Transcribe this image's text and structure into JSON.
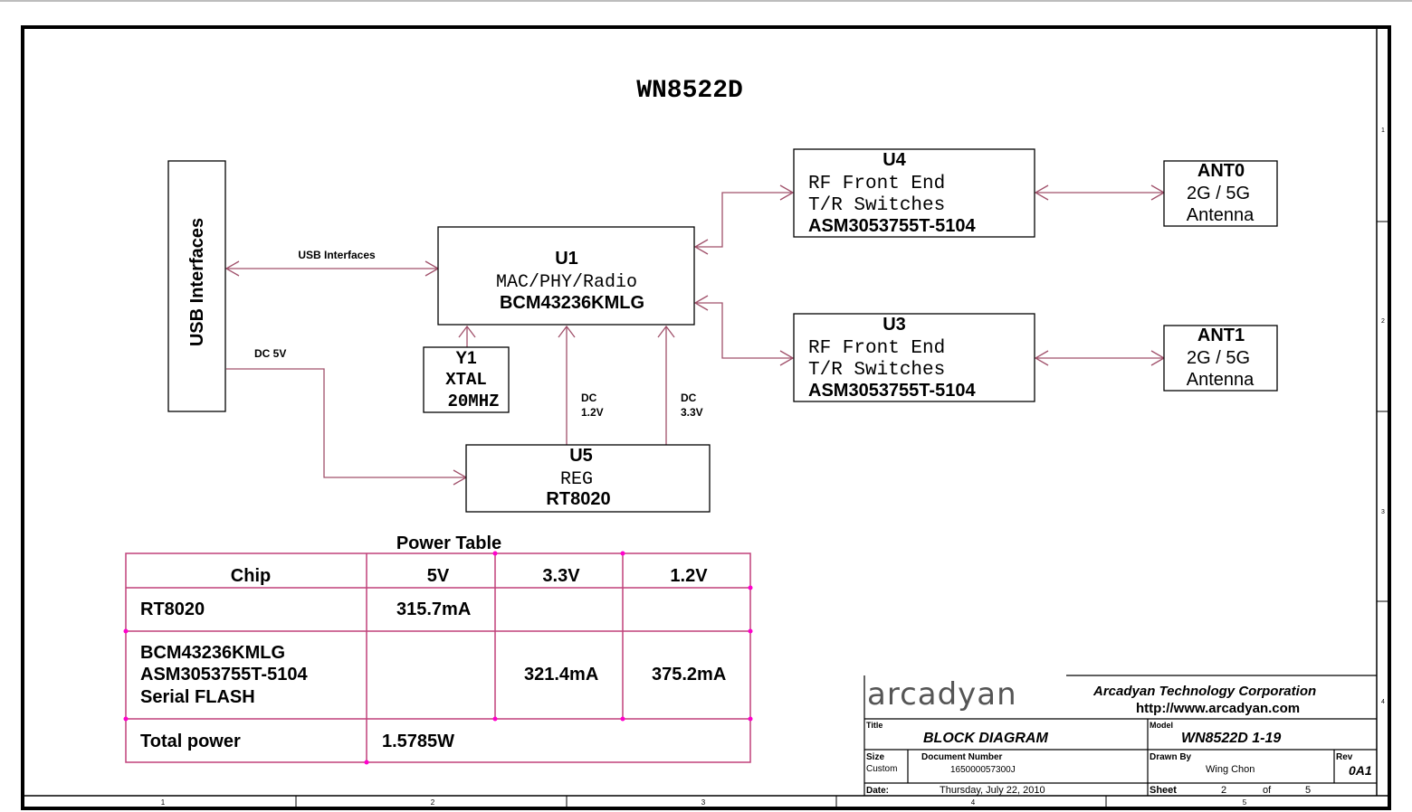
{
  "title": "WN8522D",
  "usb_block": {
    "label": "USB Interfaces"
  },
  "links": {
    "usb": "USB Interfaces",
    "dc5v": "DC 5V",
    "dc12_a": "DC",
    "dc12_b": "1.2V",
    "dc33_a": "DC",
    "dc33_b": "3.3V"
  },
  "u1": {
    "ref": "U1",
    "func": "MAC/PHY/Radio",
    "part": "BCM43236KMLG"
  },
  "y1": {
    "ref": "Y1",
    "func": "XTAL",
    "freq": "20MHZ"
  },
  "u5": {
    "ref": "U5",
    "func": "REG",
    "part": "RT8020"
  },
  "u4": {
    "ref": "U4",
    "line1": "RF Front End",
    "line2": "T/R Switches",
    "part": "ASM3053755T-5104"
  },
  "u3": {
    "ref": "U3",
    "line1": "RF Front End",
    "line2": "T/R Switches",
    "part": "ASM3053755T-5104"
  },
  "ant0": {
    "ref": "ANT0",
    "band": "2G / 5G",
    "label": "Antenna"
  },
  "ant1": {
    "ref": "ANT1",
    "band": "2G / 5G",
    "label": "Antenna"
  },
  "power_table": {
    "title": "Power Table",
    "headers": [
      "Chip",
      "5V",
      "3.3V",
      "1.2V"
    ],
    "rows": [
      {
        "chip": [
          "RT8020"
        ],
        "v5": "315.7mA",
        "v33": "",
        "v12": ""
      },
      {
        "chip": [
          "BCM43236KMLG",
          "ASM3053755T-5104",
          "Serial FLASH"
        ],
        "v5": "",
        "v33": "321.4mA",
        "v12": "375.2mA"
      },
      {
        "chip": [
          "Total power"
        ],
        "v5": "1.5785W",
        "v33": "",
        "v12": ""
      }
    ]
  },
  "title_block": {
    "logo": "arcadyan",
    "company": "Arcadyan Technology Corporation",
    "url": "http://www.arcadyan.com",
    "title_label": "Title",
    "title_value": "BLOCK DIAGRAM",
    "model_label": "Model",
    "model_value": "WN8522D 1-19",
    "size_label": "Size",
    "size_value": "Custom",
    "docnum_label": "Document Number",
    "docnum_value": "165000057300J",
    "drawn_label": "Drawn By",
    "drawn_value": "Wing Chon",
    "rev_label": "Rev",
    "rev_value": "0A1",
    "date_label": "Date:",
    "date_value": "Thursday, July 22, 2010",
    "sheet_label": "Sheet",
    "sheet_value": "2",
    "of_label": "of",
    "of_value": "5"
  },
  "border": {
    "bottom_zones": [
      "1",
      "2",
      "3",
      "4",
      "5"
    ],
    "right_zones": [
      "1",
      "2",
      "3",
      "4"
    ]
  },
  "colors": {
    "signal": "#a0506a",
    "table": "#c0407a",
    "table_dot": "#ff00cc",
    "frame": "#000000"
  }
}
